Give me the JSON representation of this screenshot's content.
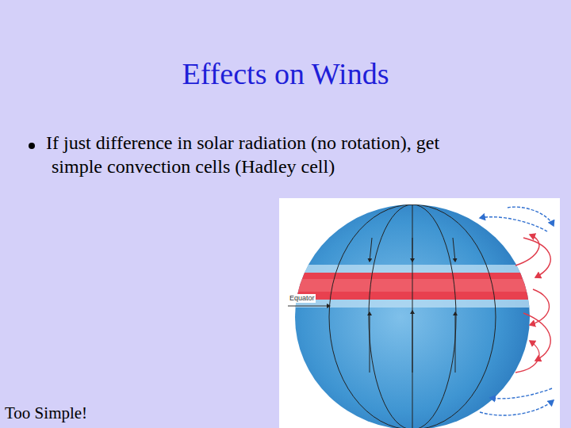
{
  "diagram": {
    "title": "Effects on Winds",
    "labels": [
      "If just difference in solar radiation (no rotation), get simple convection cells (Hadley cell)",
      "Equator",
      "Too Simple!"
    ]
  }
}
